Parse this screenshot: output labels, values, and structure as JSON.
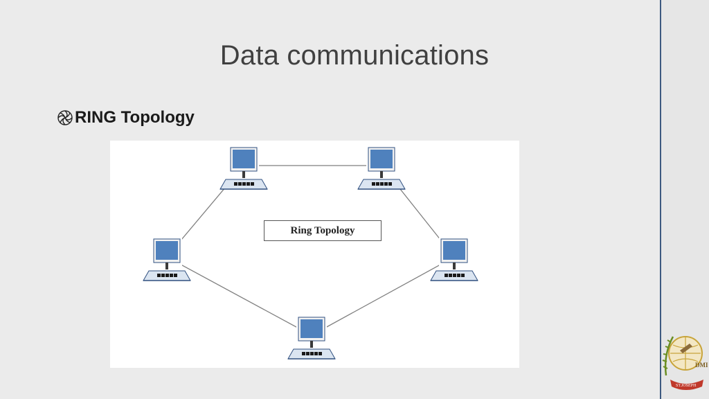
{
  "slide": {
    "title": "Data communications",
    "bullet": "RING Topology",
    "bullet_icon": "spiral-bullet-icon"
  },
  "diagram": {
    "label": "Ring Topology",
    "nodes": [
      {
        "name": "computer-top-left"
      },
      {
        "name": "computer-top-right"
      },
      {
        "name": "computer-mid-left"
      },
      {
        "name": "computer-mid-right"
      },
      {
        "name": "computer-bottom"
      }
    ],
    "links": [
      [
        "computer-top-left",
        "computer-top-right"
      ],
      [
        "computer-top-right",
        "computer-mid-right"
      ],
      [
        "computer-mid-right",
        "computer-bottom"
      ],
      [
        "computer-bottom",
        "computer-mid-left"
      ],
      [
        "computer-mid-left",
        "computer-top-left"
      ]
    ],
    "colors": {
      "screen": "#4f81bd",
      "screen_border": "#2f4f7f",
      "link": "#7f7f7f"
    }
  },
  "logo": {
    "text_top": "DMI",
    "text_bottom": "ST.JOSEPH",
    "icon": "college-emblem-icon"
  }
}
